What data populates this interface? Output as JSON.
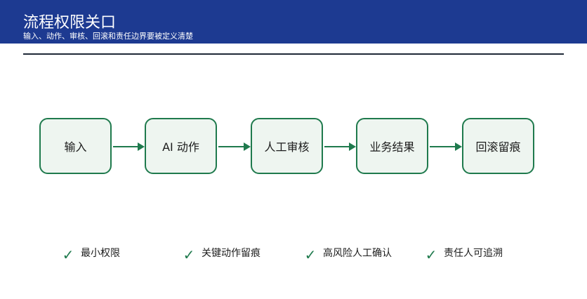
{
  "header": {
    "title": "流程权限关口",
    "subtitle": "输入、动作、审核、回滚和责任边界要被定义清楚"
  },
  "flow": {
    "steps": [
      "输入",
      "AI 动作",
      "人工审核",
      "业务结果",
      "回滚留痕"
    ]
  },
  "principles": [
    "最小权限",
    "关键动作留痕",
    "高风险人工确认",
    "责任人可追溯"
  ],
  "colors": {
    "header_bg": "#1d3a91",
    "accent_green": "#1f7a4d",
    "box_fill": "#eef5f0"
  }
}
